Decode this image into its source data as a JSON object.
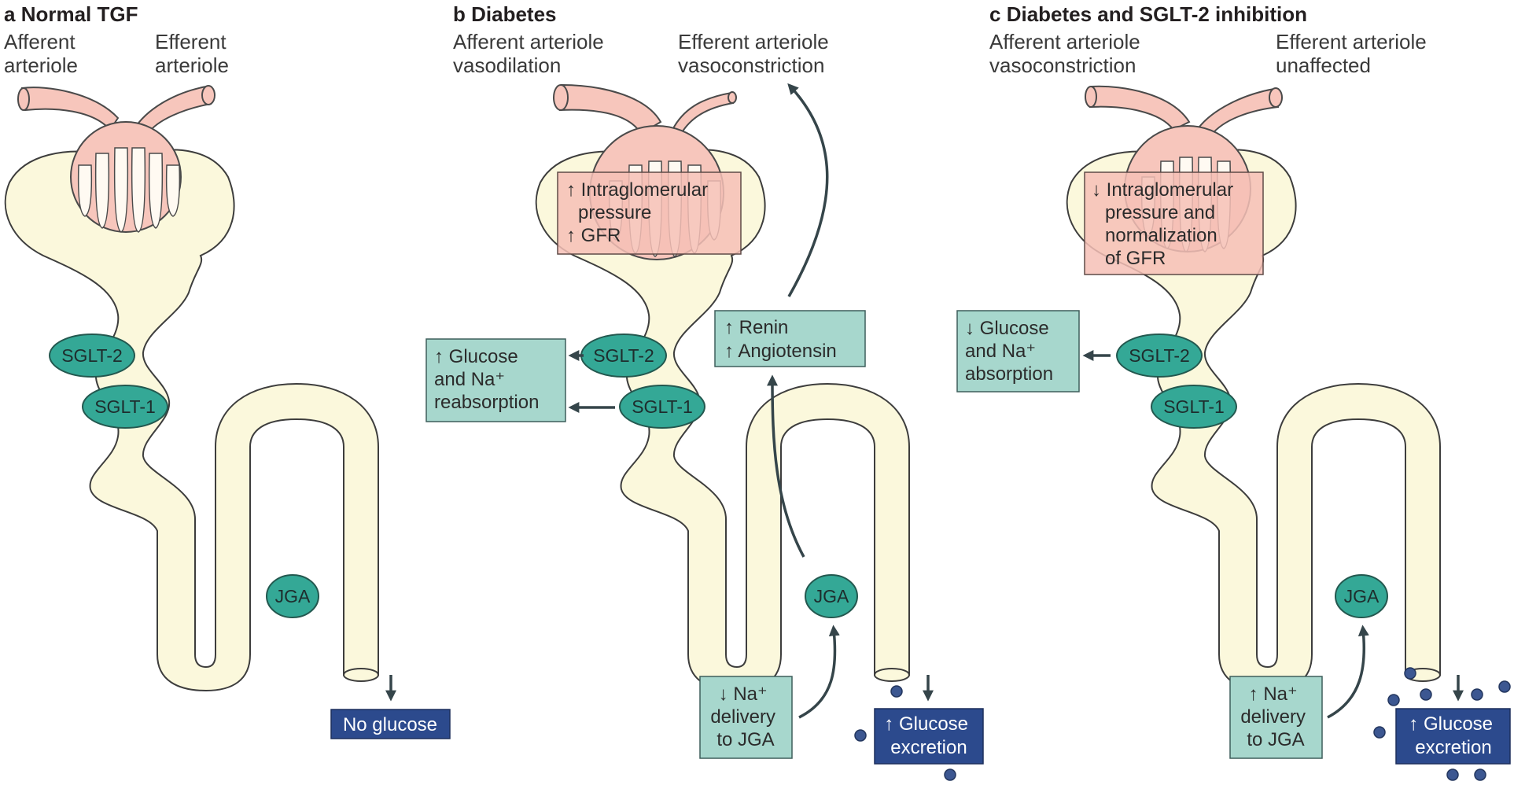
{
  "panels": [
    {
      "letter": "a",
      "title": "Normal TGF",
      "left_label": [
        "Afferent",
        "arteriole"
      ],
      "right_label": [
        "Efferent",
        "arteriole"
      ],
      "sglt2": "SGLT-2",
      "sglt1": "SGLT-1",
      "jga": "JGA",
      "output": [
        "No glucose"
      ]
    },
    {
      "letter": "b",
      "title": "Diabetes",
      "left_label": [
        "Afferent arteriole",
        "vasodilation"
      ],
      "right_label": [
        "Efferent arteriole",
        "vasoconstriction"
      ],
      "glom_box": [
        "↑ Intraglomerular",
        "pressure",
        "↑ GFR"
      ],
      "sglt2": "SGLT-2",
      "sglt1": "SGLT-1",
      "side_box": [
        "↑ Glucose",
        "and Na⁺",
        "reabsorption"
      ],
      "renin_box": [
        "↑ Renin",
        "↑ Angiotensin"
      ],
      "jga": "JGA",
      "delivery_box": [
        "↓ Na⁺",
        "delivery",
        "to JGA"
      ],
      "output": [
        "↑ Glucose",
        "excretion"
      ]
    },
    {
      "letter": "c",
      "title": "Diabetes and SGLT-2 inhibition",
      "left_label": [
        "Afferent arteriole",
        "vasoconstriction"
      ],
      "right_label": [
        "Efferent arteriole",
        "unaffected"
      ],
      "glom_box": [
        "↓ Intraglomerular",
        "pressure and",
        "normalization",
        "of GFR"
      ],
      "sglt2": "SGLT-2",
      "sglt1": "SGLT-1",
      "side_box": [
        "↓ Glucose",
        "and Na⁺",
        "absorption"
      ],
      "jga": "JGA",
      "delivery_box": [
        "↑ Na⁺",
        "delivery",
        "to JGA"
      ],
      "output": [
        "↑ Glucose",
        "excretion"
      ]
    }
  ],
  "colors": {
    "tubule": "#fbf8dc",
    "glomerulus": "#f7c6bc",
    "transporter": "#34a896",
    "teal_box": "#a7d7cd",
    "blue_box": "#2c4a8d",
    "glucose_dot": "#3c5791"
  }
}
